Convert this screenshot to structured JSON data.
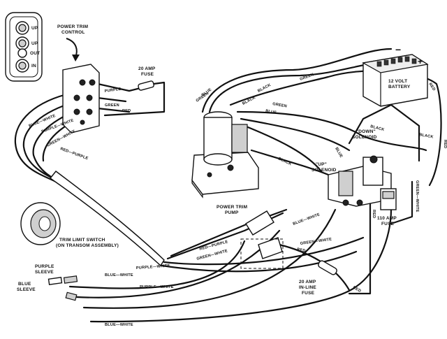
{
  "components": {
    "trim_control": {
      "label_line1": "POWER TRIM",
      "label_line2": "CONTROL",
      "buttons": [
        "UP",
        "UP",
        "OUT",
        "IN"
      ]
    },
    "fuse_20_top": {
      "line1": "20 AMP",
      "line2": "FUSE"
    },
    "battery": {
      "line1": "12 VOLT",
      "line2": "BATTERY",
      "neg": "−",
      "pos": "+"
    },
    "down_solenoid": {
      "line1": "\"DOWN\"",
      "line2": "SOLENOID"
    },
    "up_solenoid": {
      "line1": "\"UP\"",
      "line2": "SOLENOID"
    },
    "pump": {
      "line1": "POWER TRIM",
      "line2": "PUMP"
    },
    "fuse_110": {
      "line1": "110 AMP",
      "line2": "FUSE"
    },
    "trim_limit_switch": {
      "line1": "TRIM LIMIT SWITCH",
      "line2": "(ON TRANSOM ASSEMBLY)"
    },
    "purple_sleeve": {
      "line1": "PURPLE",
      "line2": "SLEEVE"
    },
    "blue_sleeve": {
      "line1": "BLUE",
      "line2": "SLEEVE"
    },
    "fuse_20_inline": {
      "line1": "20 AMP",
      "line2": "IN-LINE",
      "line3": "FUSE"
    }
  },
  "wire_labels": {
    "blue_white_a": "BLUE—WHITE",
    "purple_white_a": "PURPLE—WHITE",
    "green_white_a": "GREEN—WHITE",
    "red_purple_a": "RED—PURPLE",
    "purple_top": "PURPLE",
    "green_top": "GREEN",
    "red_top": "RED",
    "blue_pump1": "BLUE",
    "green_pump1": "GREEN",
    "black_pump1": "BLACK",
    "black_top": "BLACK",
    "green_batt": "GREEN",
    "red_batt": "RED",
    "blue_mid": "BLUE",
    "black_mid": "BLACK",
    "green_mid": "GREEN",
    "black_right": "BLACK",
    "black_sol": "BLACK",
    "blue_sol": "BLUE",
    "green_white_r": "GREEN—WHITE",
    "red_right": "RED",
    "red_sol": "RED",
    "blue_white_lo": "BLUE—WHITE",
    "green_white_lo": "GREEN—WHITE",
    "red_lo": "RED",
    "red_purple_lo": "RED—PURPLE",
    "green_white_lo2": "GREEN—WHITE",
    "purple_white_lo": "PURPLE—WHITE",
    "blue_white_bottom": "BLUE—WHITE",
    "purple_white_bottom": "PURPLE—WHITE",
    "blue_white_bottom2": "BLUE—WHITE",
    "red_bottom": "RED"
  }
}
